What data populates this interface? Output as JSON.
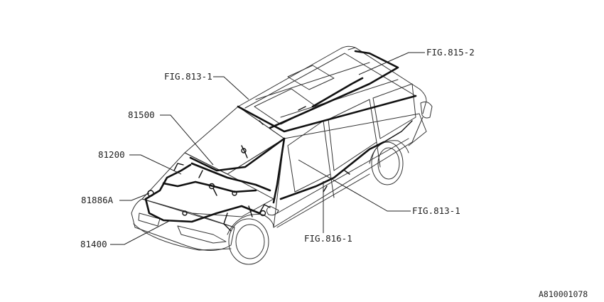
{
  "callouts": {
    "fig815_2": "FIG.815-2",
    "fig813_1_top": "FIG.813-1",
    "part81500": "81500",
    "part81200": "81200",
    "part81886a": "81886A",
    "part81400": "81400",
    "fig813_1_right": "FIG.813-1",
    "fig816_1": "FIG.816-1"
  },
  "diagram_id": "A810001078",
  "colors": {
    "line": "#333333",
    "harness": "#111111",
    "background": "#ffffff"
  }
}
